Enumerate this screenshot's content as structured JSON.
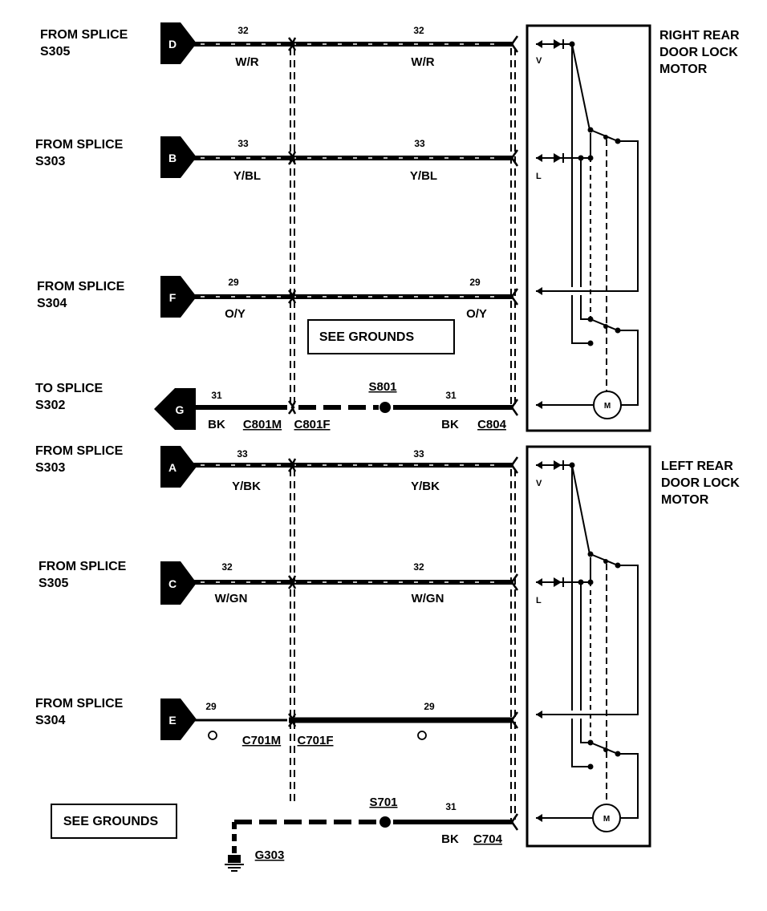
{
  "rows": [
    {
      "label1": "FROM SPLICE",
      "label2": "S305",
      "pin": "D",
      "wn_left": "32",
      "wn_right": "32",
      "color_left": "W/R",
      "color_right": "W/R"
    },
    {
      "label1": "FROM SPLICE",
      "label2": "S303",
      "pin": "B",
      "wn_left": "33",
      "wn_right": "33",
      "color_left": "Y/BL",
      "color_right": "Y/BL"
    },
    {
      "label1": "FROM SPLICE",
      "label2": "S304",
      "pin": "F",
      "wn_left": "29",
      "wn_right": "29",
      "color_left": "O/Y",
      "color_right": "O/Y"
    },
    {
      "label1": "TO SPLICE",
      "label2": "S302",
      "pin": "G",
      "wn_left": "31",
      "wn_right": "31",
      "color_left": "BK",
      "color_right": "BK"
    },
    {
      "label1": "FROM SPLICE",
      "label2": "S303",
      "pin": "A",
      "wn_left": "33",
      "wn_right": "33",
      "color_left": "Y/BK",
      "color_right": "Y/BK"
    },
    {
      "label1": "FROM SPLICE",
      "label2": "S305",
      "pin": "C",
      "wn_left": "32",
      "wn_right": "32",
      "color_left": "W/GN",
      "color_right": "W/GN"
    },
    {
      "label1": "FROM SPLICE",
      "label2": "S304",
      "pin": "E",
      "wn_left": "29",
      "wn_right": "29"
    }
  ],
  "connectors": {
    "c801m": "C801M",
    "c801f": "C801F",
    "c804": "C804",
    "c701m": "C701M",
    "c701f": "C701F",
    "c704": "C704"
  },
  "splices": {
    "s801": "S801",
    "s701": "S701"
  },
  "ground": {
    "wire_num": "31",
    "color": "BK",
    "id": "G303"
  },
  "see_grounds": {
    "upper": "SEE GROUNDS",
    "lower": "SEE GROUNDS"
  },
  "motors": {
    "right": {
      "line1": "RIGHT REAR",
      "line2": "DOOR LOCK",
      "line3": "MOTOR",
      "v": "V",
      "l": "L",
      "m": "M"
    },
    "left": {
      "line1": "LEFT REAR",
      "line2": "DOOR LOCK",
      "line3": "MOTOR",
      "v": "V",
      "l": "L",
      "m": "M"
    }
  }
}
